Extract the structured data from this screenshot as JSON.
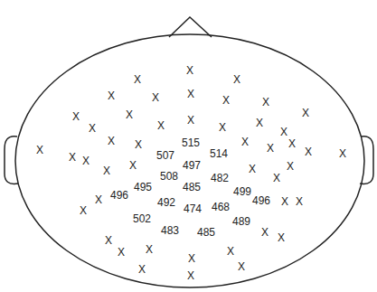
{
  "diagram": {
    "labels": [
      "X",
      "X",
      "X",
      "X",
      "X",
      "X",
      "X",
      "X",
      "X",
      "X",
      "X",
      "X",
      "X",
      "X",
      "X",
      "X",
      "X",
      "X",
      "X",
      "515",
      "X",
      "X",
      "X",
      "X",
      "X",
      "X",
      "514",
      "507",
      "X",
      "X",
      "X",
      "497",
      "X",
      "X",
      "X",
      "508",
      "X",
      "482",
      "495",
      "485",
      "499",
      "496",
      "X",
      "496",
      "X",
      "X",
      "492",
      "468",
      "474",
      "X",
      "502",
      "489",
      "483",
      "485",
      "X",
      "X",
      "X",
      "X",
      "X",
      "X",
      "X",
      "X",
      "X",
      "X"
    ]
  }
}
